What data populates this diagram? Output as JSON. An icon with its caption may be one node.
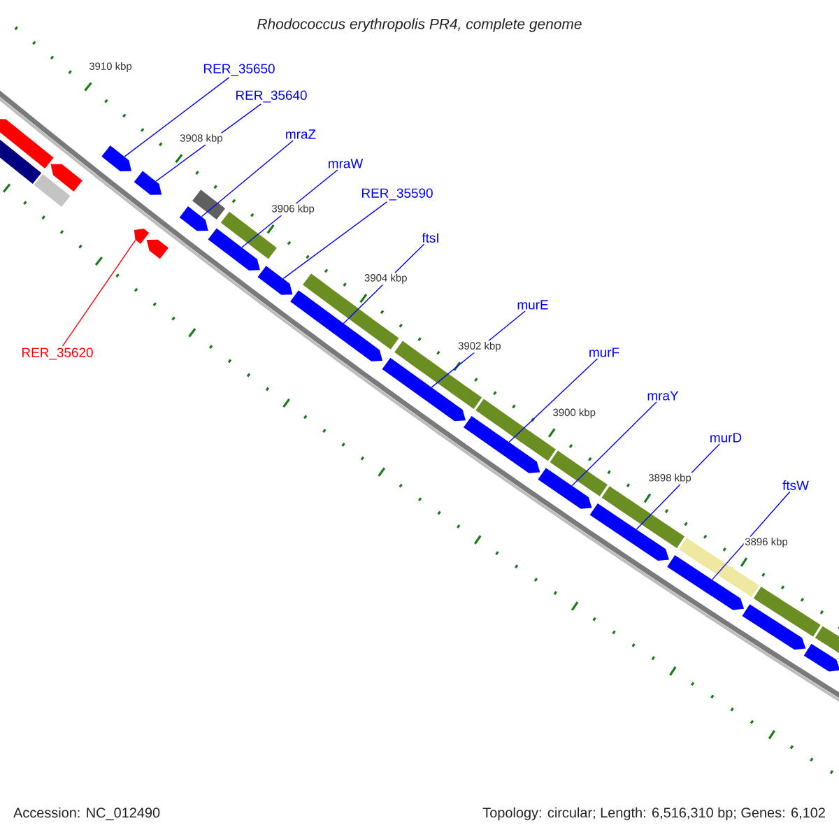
{
  "diagram": {
    "title": "Rhodococcus erythropolis PR4, complete genome",
    "nodes": [
      {
        "text": [
          "RER_35650"
        ]
      },
      {
        "text": [
          "RER_35640"
        ]
      },
      {
        "text": [
          "mraZ"
        ]
      },
      {
        "text": [
          "mraW"
        ]
      },
      {
        "text": [
          "RER_35590"
        ]
      },
      {
        "text": [
          "ftsI"
        ]
      },
      {
        "text": [
          "murE"
        ]
      },
      {
        "text": [
          "murF"
        ]
      },
      {
        "text": [
          "mraY"
        ]
      },
      {
        "text": [
          "murD"
        ]
      },
      {
        "text": [
          "ftsW"
        ]
      },
      {
        "text": [
          "RER_35620"
        ]
      },
      {
        "text": [],
        "shape": "arrow"
      },
      {
        "text": [],
        "shape": "arrow"
      },
      {
        "text": [],
        "shape": "arrow"
      },
      {
        "text": [],
        "shape": "arrow"
      },
      {
        "text": [],
        "shape": "arrow"
      },
      {
        "text": [],
        "shape": "arrow"
      },
      {
        "text": [],
        "shape": "arrow"
      },
      {
        "text": [],
        "shape": "arrow"
      },
      {
        "text": [],
        "shape": "arrow"
      },
      {
        "text": [],
        "shape": "arrow"
      },
      {
        "text": [],
        "shape": "arrow"
      },
      {
        "text": [],
        "shape": "arrow"
      },
      {
        "text": [],
        "shape": "arrow"
      },
      {
        "text": [],
        "shape": "arrow"
      },
      {
        "text": [],
        "shape": "arrow"
      },
      {
        "text": [],
        "shape": "arrow"
      },
      {
        "text": [],
        "shape": "arrow"
      }
    ],
    "edges": [
      {
        "from": 0,
        "to": 14,
        "arrow": "none"
      },
      {
        "from": 1,
        "to": 15,
        "arrow": "none"
      },
      {
        "from": 2,
        "to": 18,
        "arrow": "none"
      },
      {
        "from": 3,
        "to": 19,
        "arrow": "none"
      },
      {
        "from": 4,
        "to": 20,
        "arrow": "none"
      },
      {
        "from": 5,
        "to": 21,
        "arrow": "none"
      },
      {
        "from": 6,
        "to": 22,
        "arrow": "none"
      },
      {
        "from": 7,
        "to": 23,
        "arrow": "none"
      },
      {
        "from": 8,
        "to": 24,
        "arrow": "none"
      },
      {
        "from": 9,
        "to": 25,
        "arrow": "none"
      },
      {
        "from": 10,
        "to": 26,
        "arrow": "none"
      },
      {
        "from": 11,
        "to": 16,
        "arrow": "none",
        "color": "#ff0000"
      }
    ],
    "labels": [
      "3910 kbp",
      "3908 kbp",
      "3906 kbp",
      "3904 kbp",
      "3902 kbp",
      "3900 kbp",
      "3898 kbp",
      "3896 kbp",
      "Accession: NC_012490",
      "Topology: circular; Length: 6,516,310 bp; Genes: 6,102"
    ]
  }
}
